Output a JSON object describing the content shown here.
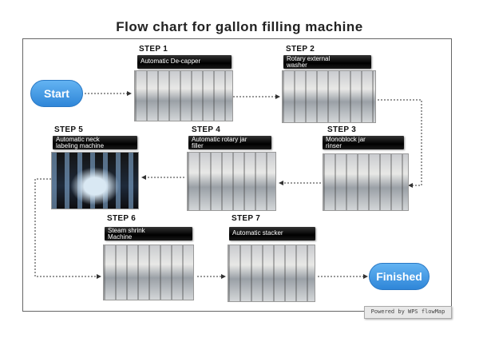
{
  "title": "Flow chart for gallon filling machine",
  "start_label": "Start",
  "end_label": "Finished",
  "steps": [
    {
      "label": "STEP 1",
      "caption_line1": "Automatic De-capper",
      "caption_line2": ""
    },
    {
      "label": "STEP 2",
      "caption_line1": "Rotary external",
      "caption_line2": "washer"
    },
    {
      "label": "STEP 3",
      "caption_line1": "Monoblock jar",
      "caption_line2": "rinser"
    },
    {
      "label": "STEP 4",
      "caption_line1": "Automatic rotary jar",
      "caption_line2": "filler"
    },
    {
      "label": "STEP 5",
      "caption_line1": "Automatic neck",
      "caption_line2": "labeling machine"
    },
    {
      "label": "STEP 6",
      "caption_line1": "Steam shrink",
      "caption_line2": "Machine"
    },
    {
      "label": "STEP 7",
      "caption_line1": "Automatic stacker",
      "caption_line2": ""
    }
  ],
  "watermark": "Powered by WPS flowMap",
  "colors": {
    "pill": "#3a8fe0",
    "caption_bg": "#000000",
    "arrow": "#333333"
  }
}
